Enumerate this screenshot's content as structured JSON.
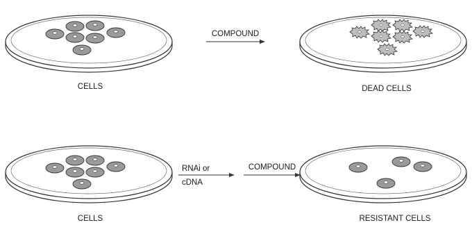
{
  "top_row": {
    "left_label": "CELLS",
    "arrow_label": "COMPOUND",
    "right_label": "DEAD CELLS"
  },
  "bottom_row": {
    "left_label": "CELLS",
    "first_arrow_label_line1": "RNAi or",
    "first_arrow_label_line2": "cDNA",
    "second_arrow_label": "COMPOUND",
    "right_label": "RESISTANT CELLS"
  },
  "colors": {
    "cell_fill": "#9a9a9a",
    "dish_outline": "#333333",
    "dish_fill": "#ffffff",
    "text": "#1a1a1a"
  }
}
